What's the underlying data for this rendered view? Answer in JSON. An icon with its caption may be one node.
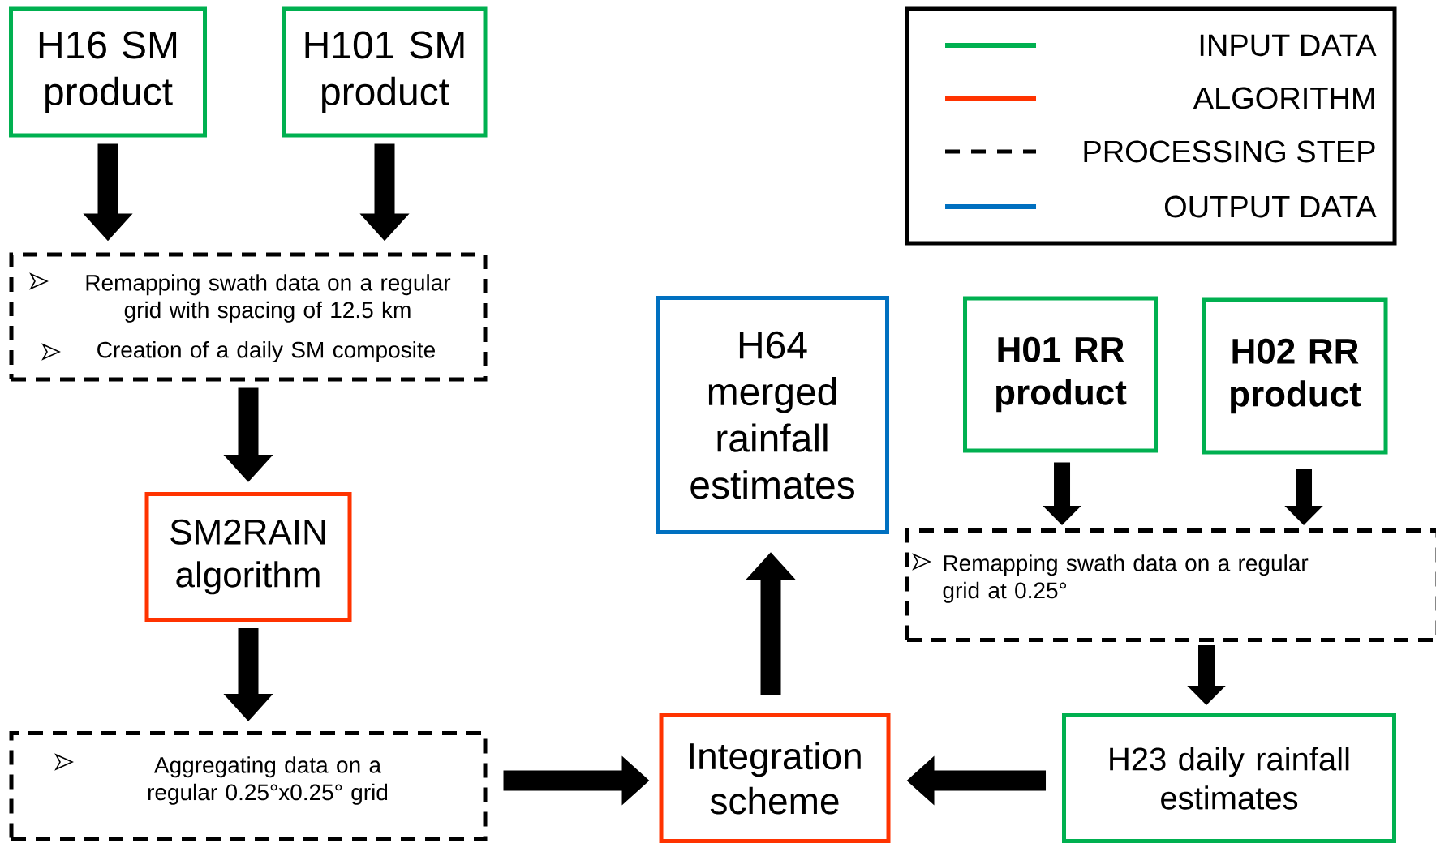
{
  "diagram": {
    "nodes": [
      {
        "text": [
          "H16 SM product"
        ]
      },
      {
        "text": [
          "H101 SM product"
        ]
      },
      {
        "text": [
          "Remapping swath data on a regular grid with spacing of 12.5 km",
          "Creation of a daily SM composite"
        ]
      },
      {
        "text": [
          "SM2RAIN algorithm"
        ]
      },
      {
        "text": [
          "Aggregating data on a regular 0.25°x0.25° grid"
        ]
      },
      {
        "text": [
          "Integration scheme"
        ]
      },
      {
        "text": [
          "H64 merged rainfall estimates"
        ]
      },
      {
        "text": [
          "H01 RR product"
        ]
      },
      {
        "text": [
          "H02 RR product"
        ]
      },
      {
        "text": [
          "Remapping swath data on a regular grid at 0.25°"
        ]
      },
      {
        "text": [
          "H23 daily rainfall estimates"
        ]
      }
    ],
    "edges": [
      {
        "from": 0,
        "to": 2,
        "arrow": "to"
      },
      {
        "from": 1,
        "to": 2,
        "arrow": "to"
      },
      {
        "from": 2,
        "to": 3,
        "arrow": "to"
      },
      {
        "from": 3,
        "to": 4,
        "arrow": "to"
      },
      {
        "from": 4,
        "to": 5,
        "arrow": "to"
      },
      {
        "from": 10,
        "to": 5,
        "arrow": "to"
      },
      {
        "from": 5,
        "to": 6,
        "arrow": "to"
      },
      {
        "from": 7,
        "to": 9,
        "arrow": "to"
      },
      {
        "from": 8,
        "to": 9,
        "arrow": "to"
      },
      {
        "from": 9,
        "to": 10,
        "arrow": "to"
      }
    ],
    "legend": [
      {
        "text": "INPUT DATA",
        "color": "#00b050"
      },
      {
        "text": "ALGORITHM",
        "color": "#ff3300"
      },
      {
        "text": "PROCESSING STEP"
      },
      {
        "text": "OUTPUT DATA",
        "color": "#0070c0"
      }
    ]
  }
}
